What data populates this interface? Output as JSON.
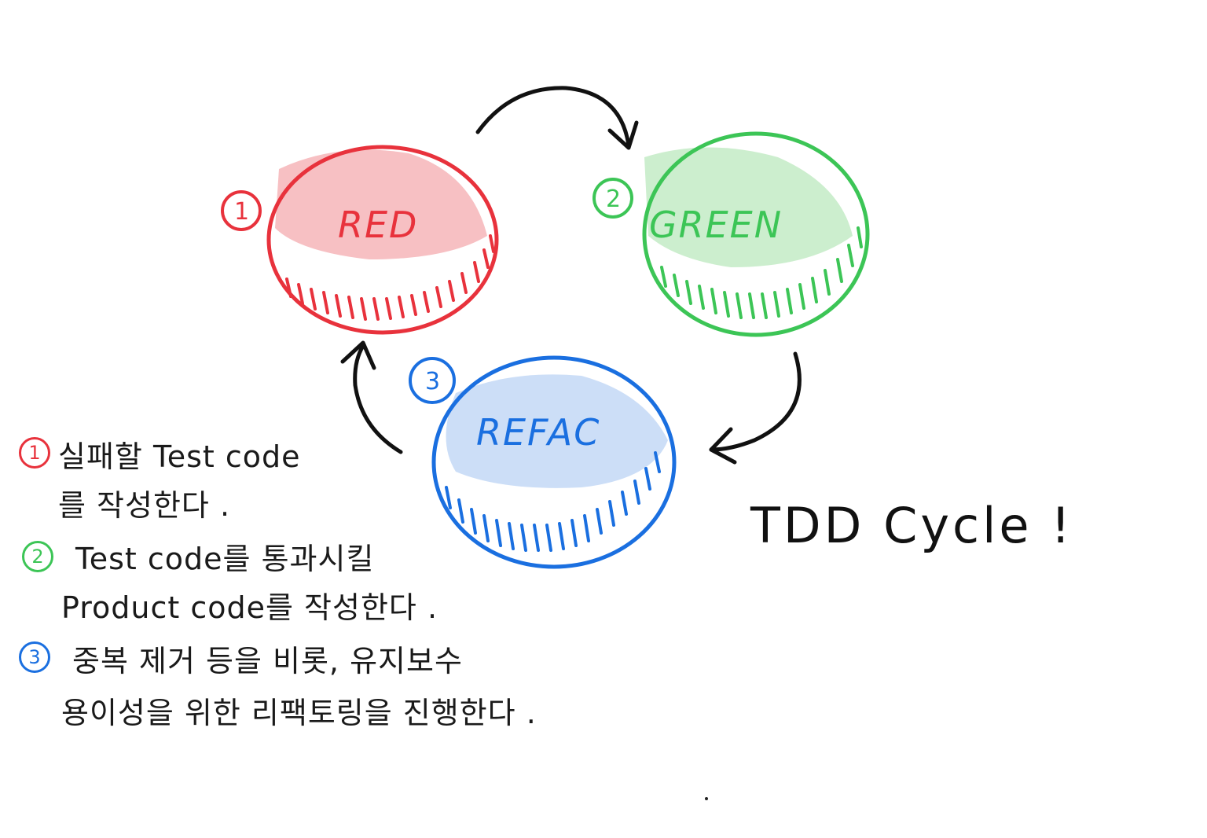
{
  "stages": [
    {
      "id": "red",
      "number": "1",
      "label": "RED",
      "color": "#e8323c",
      "fill": "#f6b9bc"
    },
    {
      "id": "green",
      "number": "2",
      "label": "GREEN",
      "color": "#3cc556",
      "fill": "#c7ecc9"
    },
    {
      "id": "refactor",
      "number": "3",
      "label": "REFAC",
      "color": "#1a6fe0",
      "fill": "#c9dcf7"
    }
  ],
  "title": "TDD Cycle !",
  "notes": [
    {
      "number": "1",
      "color": "#e8323c",
      "line1": "실패할  Test code",
      "line2": "를 작성한다 ."
    },
    {
      "number": "2",
      "color": "#3cc556",
      "line1": "Test code를 통과시킬",
      "line2": "Product code를 작성한다 ."
    },
    {
      "number": "3",
      "color": "#1a6fe0",
      "line1": "중복 제거 등을 비롯, 유지보수",
      "line2": "용이성을 위한 리팩토링을 진행한다 ."
    }
  ]
}
